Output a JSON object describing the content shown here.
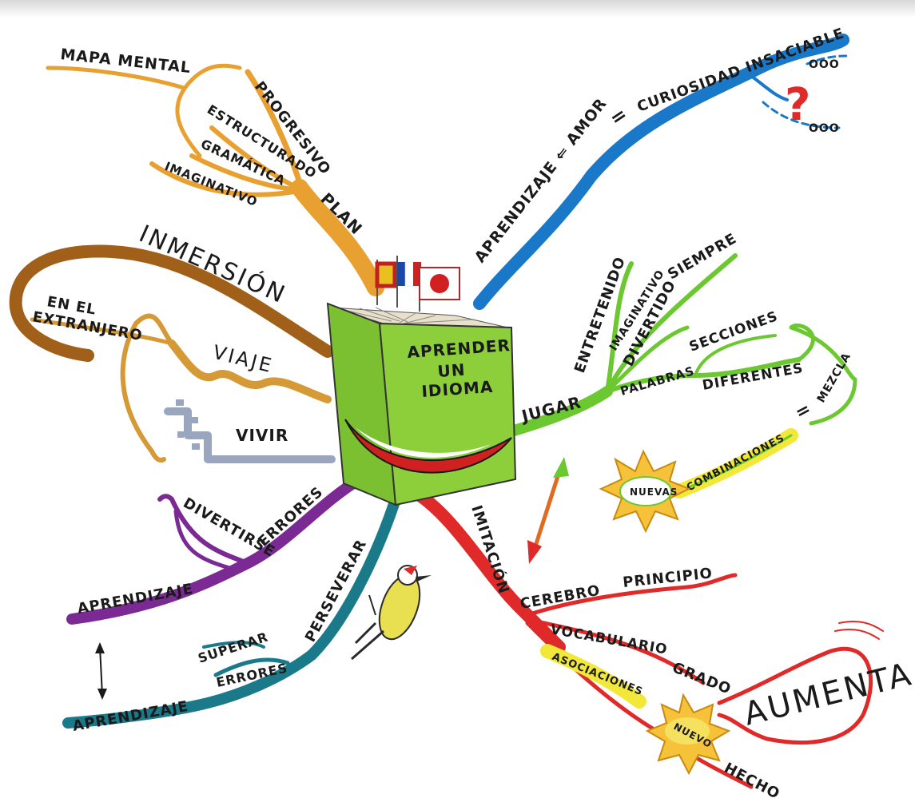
{
  "center": {
    "lines": [
      "APRENDER",
      "UN",
      "IDIOMA"
    ]
  },
  "labels": {
    "mapa_mental": "MAPA MENTAL",
    "progresivo": "PROGRESIVO",
    "estructurado": "ESTRUCTURADO",
    "gramatica": "GRAMÁTICA",
    "imaginativo": "IMAGINATIVO",
    "plan": "PLAN",
    "inmersion": "INMERSIÓN",
    "en_el_extranjero_1": "EN EL",
    "en_el_extranjero_2": "EXTRANJERO",
    "viaje": "VIAJE",
    "vivir": "VIVIR",
    "aprendizaje_amor": "APRENDIZAJE ⇐ AMOR",
    "igual_1": "=",
    "curiosidad": "CURIOSIDAD INSACIABLE",
    "entretenido": "ENTRETENIDO",
    "imaginativo_2": "IMAGINATIVO",
    "siempre": "SIEMPRE",
    "divertido": "DIVERTIDO",
    "secciones": "SECCIONES",
    "palabras": "PALABRAS",
    "diferentes": "DIFERENTES",
    "jugar": "JUGAR",
    "igual_2": "=",
    "mezcla": "MEZCLA",
    "combinaciones": "COMBINACIONES",
    "nuevas": "NUEVAS",
    "errores_1": "ERRORES",
    "divertirse": "DIVERTIRSE",
    "aprendizaje_1": "APRENDIZAJE",
    "aprendizaje_2": "APRENDIZAJE",
    "superar": "SUPERAR",
    "errores_2": "ERRORES",
    "perseverar": "PERSEVERAR",
    "imitacion": "IMITACIÓN",
    "cerebro": "CEREBRO",
    "principio": "PRINCIPIO",
    "vocabulario": "VOCABULARIO",
    "grado": "GRADO",
    "asociaciones": "ASOCIACIONES",
    "nuevo": "NUEVO",
    "hecho": "HECHO",
    "aumenta": "AUMENTA"
  },
  "colors": {
    "orange": "#e8a030",
    "brown": "#a0601a",
    "tan": "#d59a35",
    "slate": "#9aa6c0",
    "blue": "#1a78c8",
    "green": "#6cc830",
    "purple": "#7a2a92",
    "teal": "#1a7a8a",
    "red": "#e02a2a",
    "book": "#8ccf3a",
    "highlight": "#f2e83a",
    "star": "#f5c23a"
  }
}
